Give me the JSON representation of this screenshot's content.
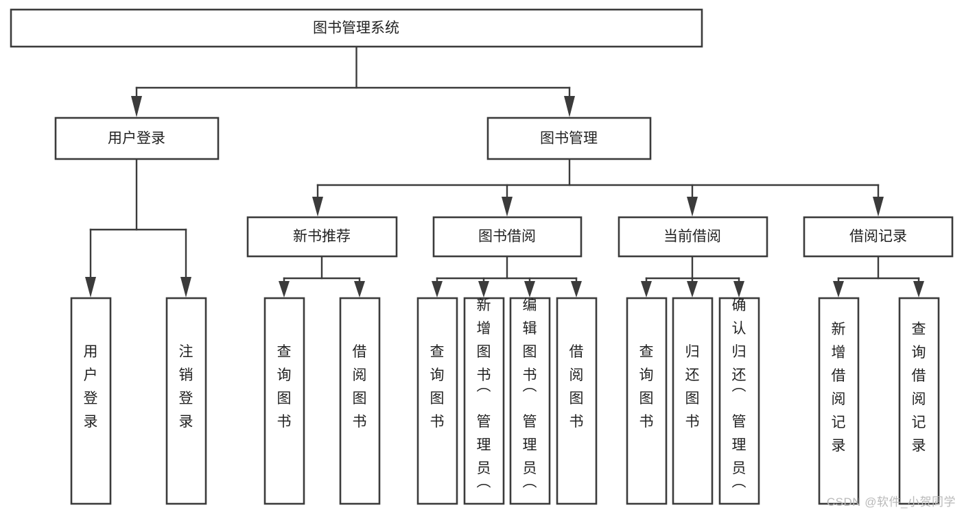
{
  "diagram": {
    "type": "tree-hierarchy-chart",
    "title": "图书管理系统",
    "watermark": "CSDN @软件_小贺同学",
    "colors": {
      "background": "#ffffff",
      "box_stroke": "#3b3b3b",
      "box_fill": "#ffffff",
      "connector": "#3b3b3b",
      "label_text": "#222222",
      "watermark_text": "#b9b9b9"
    },
    "levels": {
      "level1": [
        "图书管理系统"
      ],
      "level2": [
        "用户登录",
        "图书管理"
      ],
      "level3": [
        "新书推荐",
        "图书借阅",
        "当前借阅",
        "借阅记录"
      ],
      "level4": [
        "用户登录",
        "注销登录",
        "查询图书",
        "借阅图书",
        "查询图书",
        "新增图书（管理员）",
        "编辑图书（管理员）",
        "借阅图书",
        "查询图书",
        "归还图书",
        "确认归还（管理员）",
        "新增借阅记录",
        "查询借阅记录"
      ]
    },
    "nodes": {
      "root": {
        "label": "图书管理系统",
        "level": 1
      },
      "user_login": {
        "label": "用户登录",
        "level": 2
      },
      "book_manage": {
        "label": "图书管理",
        "level": 2
      },
      "new_book_rec": {
        "label": "新书推荐",
        "level": 3
      },
      "book_borrow": {
        "label": "图书借阅",
        "level": 3
      },
      "current_borrow": {
        "label": "当前借阅",
        "level": 3
      },
      "borrow_record": {
        "label": "借阅记录",
        "level": 3
      },
      "leaf_user_login": {
        "label": "用户登录",
        "level": 4
      },
      "leaf_logout": {
        "label": "注销登录",
        "level": 4
      },
      "leaf_query_book_a": {
        "label": "查询图书",
        "level": 4
      },
      "leaf_borrow_book_a": {
        "label": "借阅图书",
        "level": 4
      },
      "leaf_query_book_b": {
        "label": "查询图书",
        "level": 4
      },
      "leaf_add_book": {
        "label": "新增图书（管理员）",
        "level": 4
      },
      "leaf_edit_book": {
        "label": "编辑图书（管理员）",
        "level": 4
      },
      "leaf_borrow_book_b": {
        "label": "借阅图书",
        "level": 4
      },
      "leaf_query_book_c": {
        "label": "查询图书",
        "level": 4
      },
      "leaf_return_book": {
        "label": "归还图书",
        "level": 4
      },
      "leaf_confirm_return": {
        "label": "确认归还（管理员）",
        "level": 4
      },
      "leaf_add_record": {
        "label": "新增借阅记录",
        "level": 4
      },
      "leaf_query_record": {
        "label": "查询借阅记录",
        "level": 4
      }
    },
    "edges": [
      {
        "from": "root",
        "to": "user_login"
      },
      {
        "from": "root",
        "to": "book_manage"
      },
      {
        "from": "user_login",
        "to": "leaf_user_login"
      },
      {
        "from": "user_login",
        "to": "leaf_logout"
      },
      {
        "from": "book_manage",
        "to": "new_book_rec"
      },
      {
        "from": "book_manage",
        "to": "book_borrow"
      },
      {
        "from": "book_manage",
        "to": "current_borrow"
      },
      {
        "from": "book_manage",
        "to": "borrow_record"
      },
      {
        "from": "new_book_rec",
        "to": "leaf_query_book_a"
      },
      {
        "from": "new_book_rec",
        "to": "leaf_borrow_book_a"
      },
      {
        "from": "book_borrow",
        "to": "leaf_query_book_b"
      },
      {
        "from": "book_borrow",
        "to": "leaf_add_book"
      },
      {
        "from": "book_borrow",
        "to": "leaf_edit_book"
      },
      {
        "from": "book_borrow",
        "to": "leaf_borrow_book_b"
      },
      {
        "from": "current_borrow",
        "to": "leaf_query_book_c"
      },
      {
        "from": "current_borrow",
        "to": "leaf_return_book"
      },
      {
        "from": "current_borrow",
        "to": "leaf_confirm_return"
      },
      {
        "from": "borrow_record",
        "to": "leaf_add_record"
      },
      {
        "from": "borrow_record",
        "to": "leaf_query_record"
      }
    ]
  }
}
